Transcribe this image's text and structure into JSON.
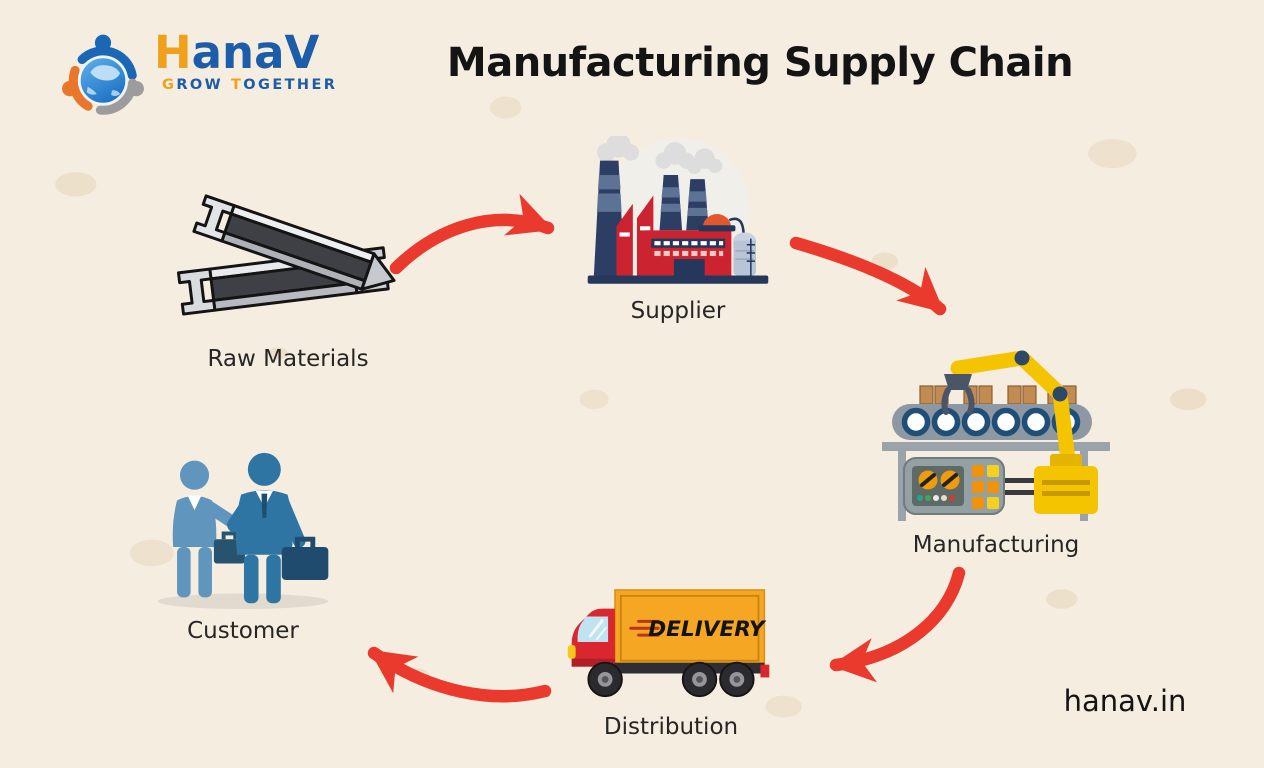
{
  "header": {
    "logo": {
      "brand_accent": "H",
      "brand_rest": "anaV",
      "tagline_parts": [
        "G",
        "ROW",
        "T",
        "OGETHER"
      ],
      "icon": "globe-people-icon"
    },
    "title": "Manufacturing Supply Chain"
  },
  "stages": [
    {
      "label": "Raw Materials",
      "icon": "steel-beams-icon"
    },
    {
      "label": "Supplier",
      "icon": "factory-icon"
    },
    {
      "label": "Manufacturing",
      "icon": "robotic-arm-conveyor-icon"
    },
    {
      "label": "Distribution",
      "icon": "delivery-truck-icon"
    },
    {
      "label": "Customer",
      "icon": "businessmen-handshake-icon"
    }
  ],
  "flow_order": [
    "Raw Materials",
    "Supplier",
    "Manufacturing",
    "Distribution",
    "Customer"
  ],
  "truck_text": "DELIVERY",
  "footer": {
    "website": "hanav.in"
  },
  "colors": {
    "background": "#F5EDE0",
    "arrow_red": "#EA392D",
    "brand_blue": "#1D5CA9",
    "brand_orange": "#F0A11B",
    "factory_red": "#CB2430",
    "navy": "#26375C",
    "machine_yellow": "#F5C400",
    "truck_orange": "#F5A623",
    "people_blue": "#2F75A3",
    "title_text": "#141414"
  }
}
